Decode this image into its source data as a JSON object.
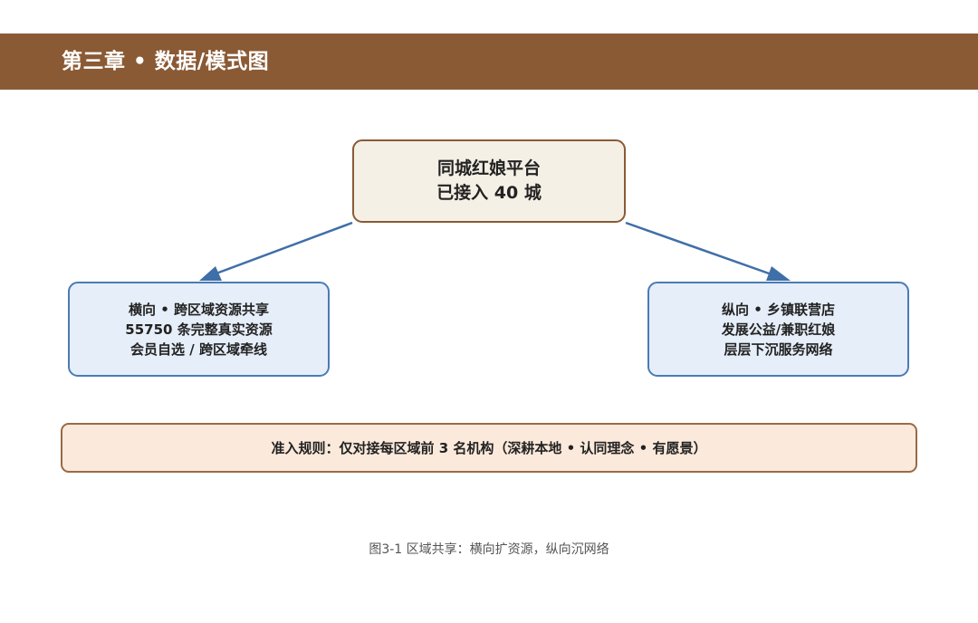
{
  "header": {
    "title": "第三章 • 数据/模式图"
  },
  "diagram": {
    "top_node": {
      "line1": "同城红娘平台",
      "line2": "已接入 40 城"
    },
    "left_node": {
      "line1": "横向 • 跨区域资源共享",
      "line2": "55750 条完整真实资源",
      "line3": "会员自选 / 跨区域牵线"
    },
    "right_node": {
      "line1": "纵向 • 乡镇联营店",
      "line2": "发展公益/兼职红娘",
      "line3": "层层下沉服务网络"
    },
    "rule": "准入规则：仅对接每区域前 3 名机构（深耕本地 • 认同理念 • 有愿景）",
    "caption": "图3-1 区域共享：横向扩资源，纵向沉网络"
  },
  "colors": {
    "header": "#8a5a35",
    "arrow": "#3f6fa8",
    "top_fill": "#f5f0e6",
    "side_fill": "#e6eef9",
    "rule_fill": "#fbeadb"
  }
}
